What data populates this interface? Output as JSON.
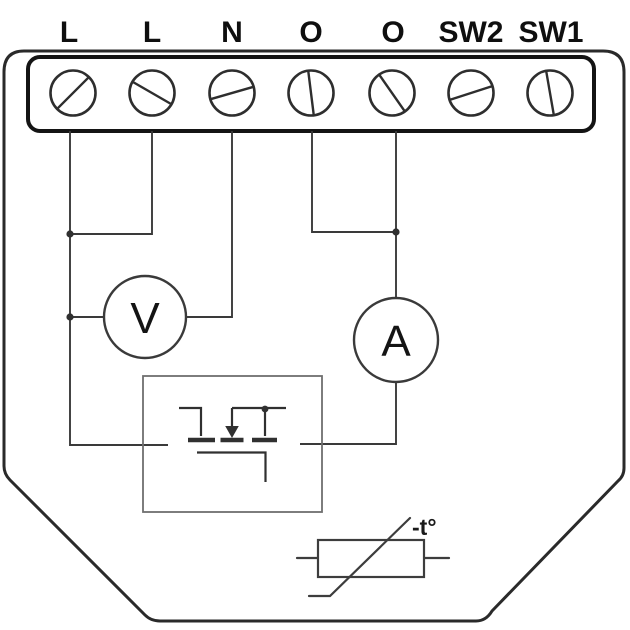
{
  "diagram": {
    "kind": "relay-wiring-schematic",
    "terminals": [
      {
        "label": "L"
      },
      {
        "label": "L"
      },
      {
        "label": "N"
      },
      {
        "label": "O"
      },
      {
        "label": "O"
      },
      {
        "label": "SW2"
      },
      {
        "label": "SW1"
      }
    ],
    "voltmeter_label": "V",
    "ammeter_label": "A",
    "thermistor_label": "-t°",
    "colors": {
      "background": "#ffffff",
      "device_outline": "#2a2a2a",
      "terminal_block_border": "#141414",
      "wire": "#3a3a3a",
      "mosfet_box": "#6f6f6f",
      "text": "#0f0f0f"
    }
  }
}
